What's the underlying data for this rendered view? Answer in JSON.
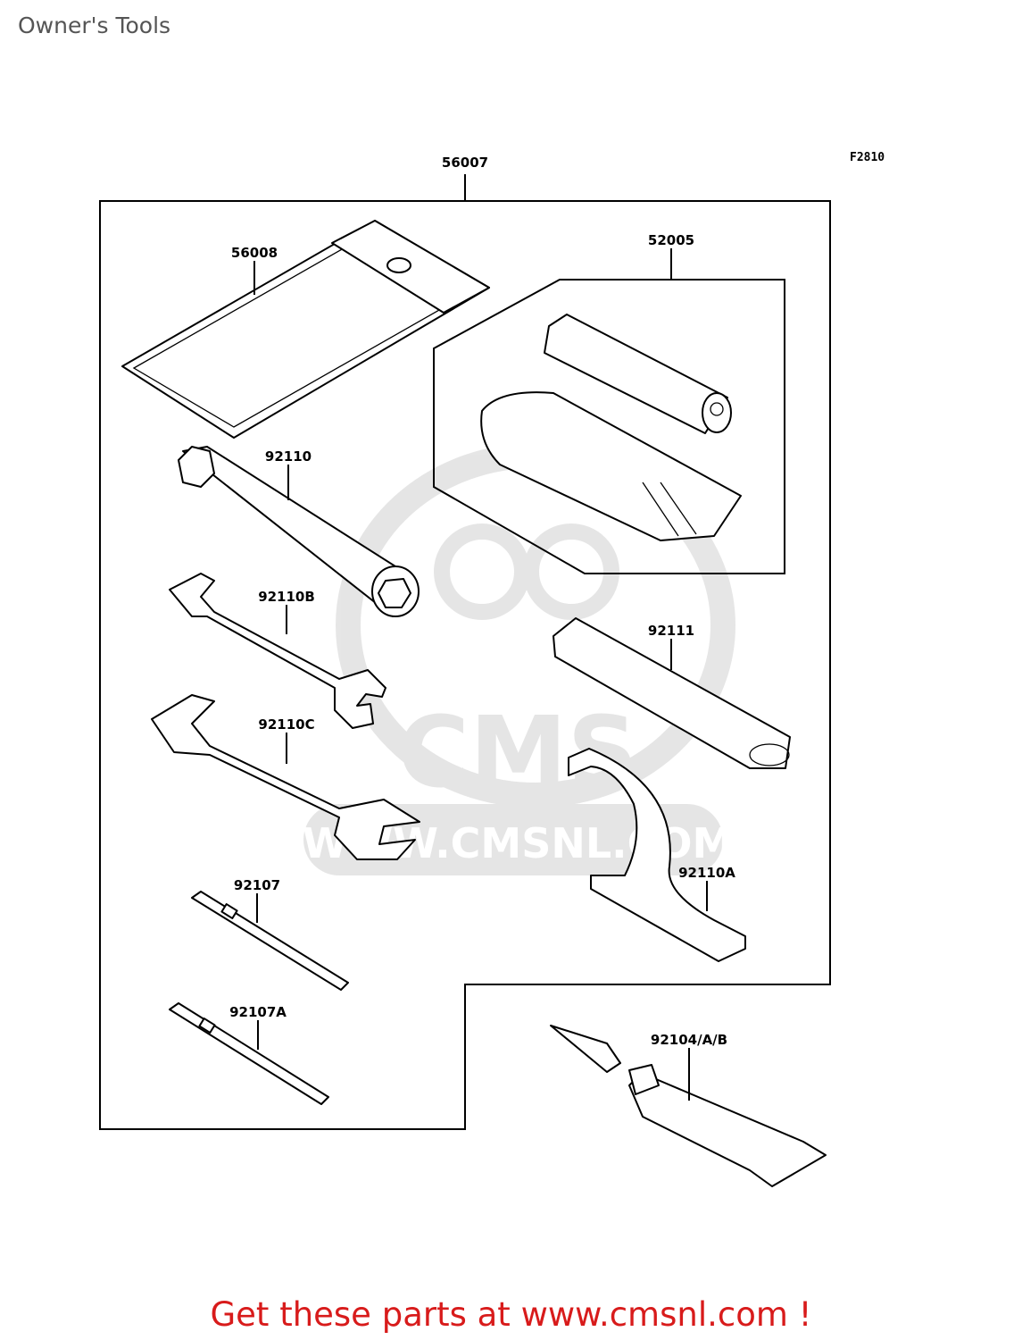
{
  "title": "Owner's Tools",
  "figure_code": "F2810",
  "parts": {
    "kit": "56007",
    "case": "56008",
    "pump_kit": "52005",
    "plug_wrench": "92110",
    "wrench_b": "92110B",
    "wrench_c": "92110C",
    "handle": "92111",
    "hook_wrench": "92110A",
    "screwdriver_1": "92107",
    "screwdriver_2": "92107A",
    "repair_tube": "92104/A/B"
  },
  "watermark": {
    "brand": "CMS",
    "url": "WWW.CMSNL.COM"
  },
  "footer": {
    "text": "Get these parts at www.cmsnl.com !"
  }
}
